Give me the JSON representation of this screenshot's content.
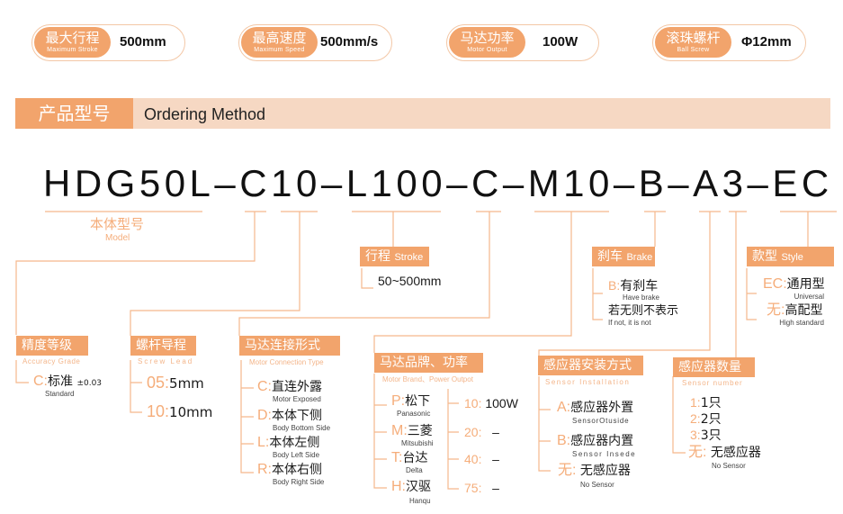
{
  "specs": [
    {
      "zh": "最大行程",
      "en": "Maximum Stroke",
      "value": "500mm"
    },
    {
      "zh": "最高速度",
      "en": "Maximum Speed",
      "value": "500mm/s"
    },
    {
      "zh": "马达功率",
      "en": "Motor Output",
      "value": "100W"
    },
    {
      "zh": "滚珠螺杆",
      "en": "Ball Screw",
      "value": "Φ12mm"
    }
  ],
  "header": {
    "zh": "产品型号",
    "en": "Ordering Method"
  },
  "code": [
    "HDG50L",
    "–",
    "C",
    "10",
    "–",
    "L100",
    "–",
    "C",
    "–",
    "M10",
    "–",
    "B",
    "–",
    "A",
    "3",
    "–",
    "EC"
  ],
  "model": {
    "zh": "本体型号",
    "en": "Model"
  },
  "accuracy": {
    "title": "精度等级",
    "en": "Accuracy Grade",
    "items": [
      {
        "k": "C:",
        "v": "标准",
        "extra": "±0.03",
        "en": "Standard"
      }
    ]
  },
  "lead": {
    "title": "螺杆导程",
    "en": "Screw Lead",
    "items": [
      {
        "k": "05:",
        "v": "5mm"
      },
      {
        "k": "10:",
        "v": "10mm"
      }
    ]
  },
  "stroke": {
    "title": "行程",
    "en": "Stroke",
    "value": "50~500mm"
  },
  "connection": {
    "title": "马达连接形式",
    "en": "Motor Connection Type",
    "items": [
      {
        "k": "C:",
        "v": "直连外露",
        "en": "Motor Exposed"
      },
      {
        "k": "D:",
        "v": "本体下侧",
        "en": "Body Bottom Side"
      },
      {
        "k": "L:",
        "v": "本体左侧",
        "en": "Body Left Side"
      },
      {
        "k": "R:",
        "v": "本体右侧",
        "en": "Body Right Side"
      }
    ]
  },
  "brand": {
    "title": "马达品牌、功率",
    "en": "Motor Brand、Power Outpot",
    "items": [
      {
        "k": "P:",
        "v": "松下",
        "en": "Panasonic"
      },
      {
        "k": "M:",
        "v": "三菱",
        "en": "Mitsubishi"
      },
      {
        "k": "T:",
        "v": "台达",
        "en": "Delta"
      },
      {
        "k": "H:",
        "v": "汉驱",
        "en": "Hanqu"
      }
    ],
    "power": [
      {
        "k": "10:",
        "v": "100W"
      },
      {
        "k": "20:",
        "v": "–"
      },
      {
        "k": "40:",
        "v": "–"
      },
      {
        "k": "75:",
        "v": "–"
      }
    ]
  },
  "brake": {
    "title": "刹车",
    "en": "Brake",
    "items": [
      {
        "k": "B:",
        "v": "有刹车",
        "en": "Have brake"
      },
      {
        "k": "",
        "v": "若无则不表示",
        "en": "If not, it is not"
      }
    ]
  },
  "install": {
    "title": "感应器安装方式",
    "en": "Sensor Installation",
    "items": [
      {
        "k": "A:",
        "v": "感应器外置",
        "en": "SensorOtuside"
      },
      {
        "k": "B:",
        "v": "感应器内置",
        "en": "Sensor Insede"
      },
      {
        "k": "无:",
        "v": "无感应器",
        "en": "No Sensor"
      }
    ]
  },
  "count": {
    "title": "感应器数量",
    "en": "Sensor number",
    "items": [
      {
        "k": "1:",
        "v": "1只"
      },
      {
        "k": "2:",
        "v": "2只"
      },
      {
        "k": "3:",
        "v": "3只"
      },
      {
        "k": "无:",
        "v": "无感应器",
        "en": "No Sensor"
      }
    ]
  },
  "style": {
    "title": "款型",
    "en": "Style",
    "items": [
      {
        "k": "EC:",
        "v": "通用型",
        "en": "Universal"
      },
      {
        "k": "无:",
        "v": "高配型",
        "en": "High standard"
      }
    ]
  }
}
